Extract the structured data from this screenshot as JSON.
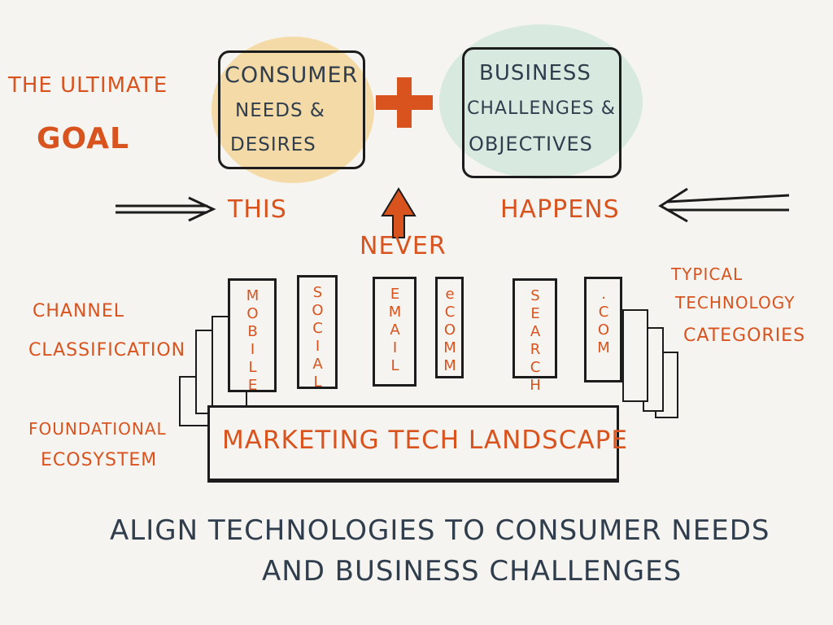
{
  "goal": {
    "line1": "THE ULTIMATE",
    "line2": "GOAL"
  },
  "consumer_box": {
    "line1": "CONSUMER",
    "line2": "NEEDS &",
    "line3": "DESIRES"
  },
  "plus": "+",
  "business_box": {
    "line1": "BUSINESS",
    "line2": "CHALLENGES &",
    "line3": "OBJECTIVES"
  },
  "this_label": "THIS",
  "never_label": "NEVER",
  "happens_label": "HAPPENS",
  "channel_label": {
    "line1": "CHANNEL",
    "line2": "CLASSIFICATION"
  },
  "typical_label": {
    "line1": "TYPICAL",
    "line2": "TECHNOLOGY",
    "line3": "CATEGORIES"
  },
  "foundational_label": {
    "line1": "FOUNDATIONAL",
    "line2": "ECOSYSTEM"
  },
  "columns": [
    "MOBILE",
    "SOCIAL",
    "EMAIL",
    "eCOMM",
    "SEARCH",
    ".COM"
  ],
  "landscape_label": "MARKETING TECH LANDSCAPE",
  "conclusion": {
    "line1": "ALIGN TECHNOLOGIES TO CONSUMER NEEDS",
    "line2": "AND BUSINESS CHALLENGES"
  },
  "colors": {
    "orange": "#d9531e",
    "blue": "#2f3d4d",
    "yellow_wash": "#f3c46a",
    "green_wash": "#bfe0d4"
  }
}
